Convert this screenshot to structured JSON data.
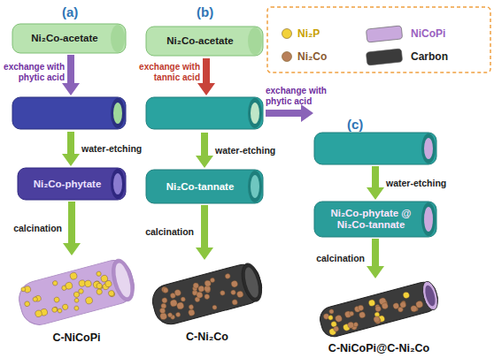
{
  "diagram": {
    "nodes": [
      {
        "text": [
          "Ni₂Co-acetate"
        ]
      },
      {
        "text": [
          "Ni₂Co-acetate"
        ]
      },
      {
        "text": [
          "Ni₂Co-phytate"
        ]
      },
      {
        "text": [
          "Ni₂Co-tannate"
        ]
      },
      {
        "text": [
          "Ni₂Co-phytate @ Ni₂Co-tannate"
        ]
      },
      {
        "text": [
          "C-NiCoPi"
        ]
      },
      {
        "text": [
          "C-Ni₂Co"
        ]
      },
      {
        "text": [
          "C-NiCoPi@C-Ni₂Co"
        ]
      }
    ],
    "edges": [
      {
        "from": 2,
        "to": 5,
        "label": "calcination",
        "arrow": "to"
      },
      {
        "from": 3,
        "to": 6,
        "label": "calcination",
        "arrow": "to"
      },
      {
        "from": 4,
        "to": 7,
        "label": "calcination",
        "arrow": "to"
      }
    ],
    "labels": [
      "(a)",
      "(b)",
      "(c)",
      "exchange with phytic acid",
      "exchange with tannic acid",
      "exchange with phytic acid",
      "water-etching",
      "water-etching",
      "water-etching"
    ],
    "legend": [
      {
        "text": "Ni₂P",
        "color": "#f2d13a"
      },
      {
        "text": "NiCoPi",
        "color": "#c9a9dd"
      },
      {
        "text": "Ni₂Co",
        "color": "#b8805a"
      },
      {
        "text": "Carbon",
        "color": "#3b3b3b"
      }
    ]
  }
}
